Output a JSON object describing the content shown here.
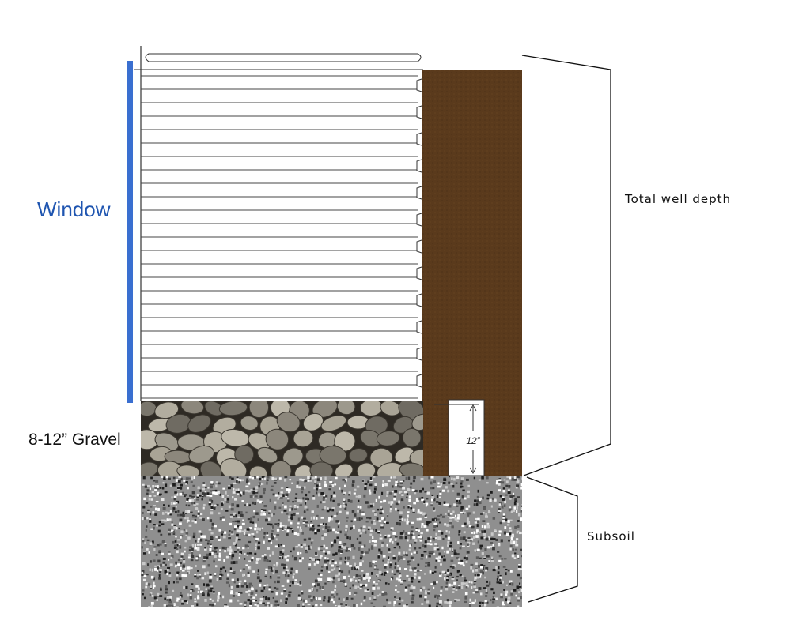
{
  "labels": {
    "window": "Window",
    "gravel": "8-12” Gravel",
    "total_depth": "Total well depth",
    "subsoil": "Subsoil",
    "gravel_height": "12”"
  },
  "colors": {
    "window_bar": "#3a6fd0",
    "window_text": "#1f55b0",
    "soil": "#5a3a1c",
    "wall_fill": "#ffffff",
    "wall_line": "#333333",
    "subsoil_base": "#8f8f8f"
  },
  "icons": {
    "dimension_marker": "double-arrow"
  }
}
